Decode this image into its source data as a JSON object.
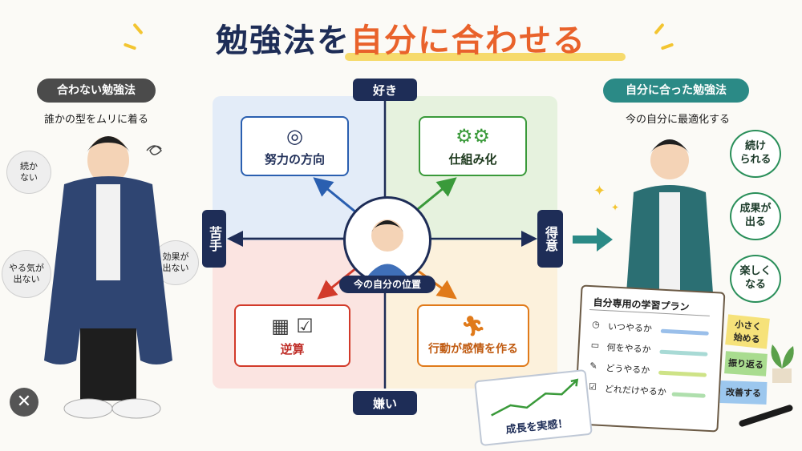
{
  "title": {
    "part1": "勉強法を",
    "part2": "自分に合わせる"
  },
  "left": {
    "header": "合わない勉強法",
    "subtitle": "誰かの型をムリに着る",
    "bubbles": [
      "続か\nない",
      "やる気が\n出ない",
      "効果が\n出ない"
    ]
  },
  "right": {
    "header": "自分に合った勉強法",
    "subtitle": "今の自分に最適化する",
    "bubbles": [
      "続け\nられる",
      "成果が\n出る",
      "楽しく\nなる"
    ]
  },
  "matrix": {
    "top": "好き",
    "bottom": "嫌い",
    "left": "苦手",
    "right": "得意",
    "center_label": "今の自分の位置",
    "cards": {
      "top_left": {
        "label": "努力の方向",
        "icon": "target-icon",
        "color": "#2a5fb0"
      },
      "top_right": {
        "label": "仕組み化",
        "icon": "gears-icon",
        "color": "#3a9a3a"
      },
      "bottom_left": {
        "label": "逆算",
        "icon": "calculator-checklist-icon",
        "color": "#d23a2a"
      },
      "bottom_right": {
        "label": "行動が感情を作る",
        "icon": "running-person-icon",
        "color": "#e07a1a"
      }
    },
    "colors": {
      "tl": "#e3ecf8",
      "tr": "#e6f2de",
      "bl": "#fbe4e1",
      "br": "#fcf1dc"
    }
  },
  "notebook": {
    "title": "自分専用の学習プラン",
    "rows": [
      {
        "icon": "clock-icon",
        "text": "いつやるか",
        "hl": "#8fb8e8"
      },
      {
        "icon": "book-icon",
        "text": "何をやるか",
        "hl": "#9fd6d0"
      },
      {
        "icon": "pencil-icon",
        "text": "どうやるか",
        "hl": "#c9e07a"
      },
      {
        "icon": "checkbox-icon",
        "text": "どれだけやるか",
        "hl": "#a6dca4"
      }
    ],
    "stickies": [
      {
        "text": "小さく\n始める",
        "color": "#f6e27a"
      },
      {
        "text": "振り返る",
        "color": "#a9dc8f"
      },
      {
        "text": "改善する",
        "color": "#9cc7ee"
      }
    ]
  },
  "growth_card": {
    "text": "成長を実感！"
  }
}
